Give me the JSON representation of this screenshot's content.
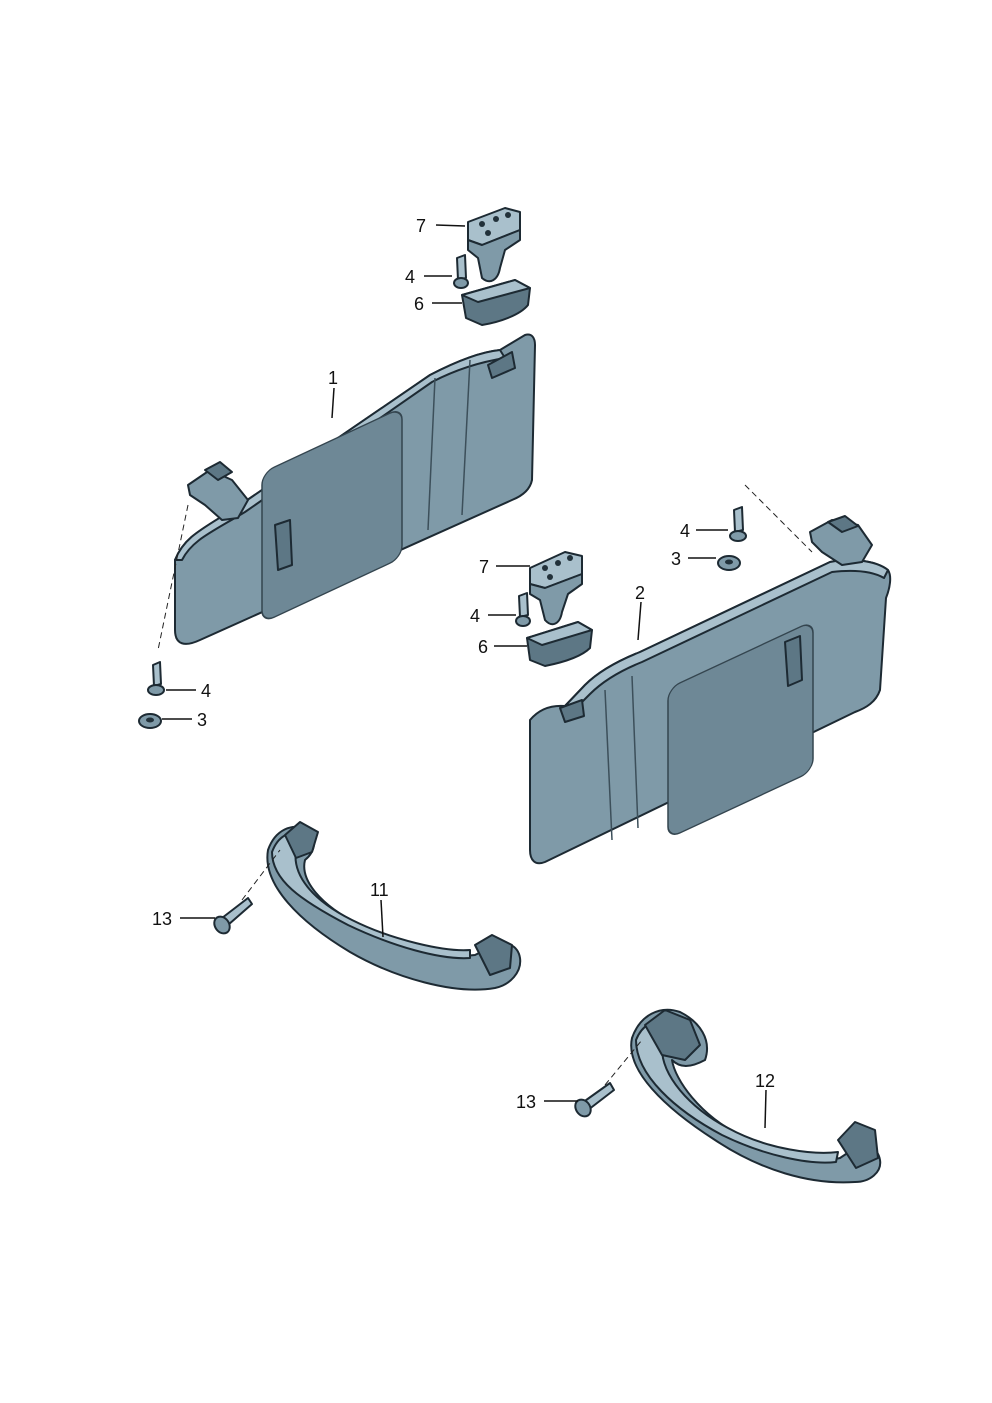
{
  "callouts": {
    "c1": "1",
    "c2": "2",
    "c3_left": "3",
    "c3_right": "3",
    "c4_left": "4",
    "c4_top_left": "4",
    "c4_mid": "4",
    "c4_top_right": "4",
    "c6_top": "6",
    "c6_mid": "6",
    "c7_top": "7",
    "c7_mid": "7",
    "c11": "11",
    "c12": "12",
    "c13_upper": "13",
    "c13_lower": "13"
  },
  "icons": {
    "sun_visor": "sun-visor-icon",
    "grab_handle": "grab-handle-icon",
    "screw": "screw-icon",
    "clip": "clip-icon",
    "cap": "cap-icon",
    "holder": "holder-icon"
  }
}
